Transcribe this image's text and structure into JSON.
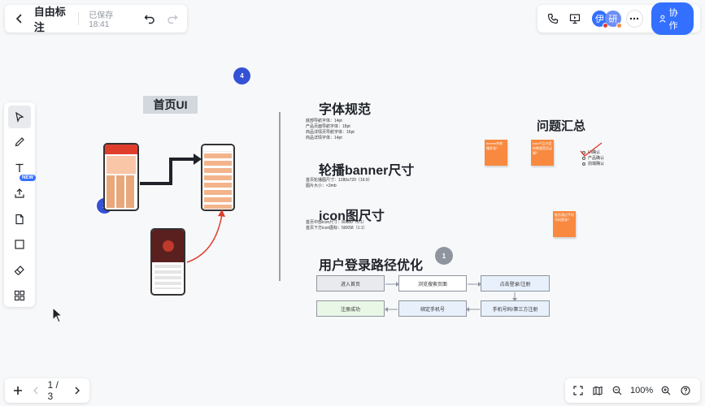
{
  "header": {
    "title": "自由标注",
    "saved": "已保存18:41",
    "avatar1": "伊",
    "avatar2": "研",
    "collab_label": "协作"
  },
  "canvas": {
    "homepage_label": "首页UI",
    "font_spec_title": "字体规范",
    "font_spec_lines": [
      "底部导航字体：14pt",
      "产品页面导航字体：18pt",
      "商品详情页导航字体：16pt",
      "商品详情字体：14pt"
    ],
    "banner_title": "轮播banner尺寸",
    "banner_lines": [
      "首页轮播图尺寸：1280x720（16:9）",
      "图片大小：<3mb"
    ],
    "icon_title": "icon图尺寸",
    "icon_lines": [
      "首页中部icon尺寸：80x80（1:1）",
      "首页下方icon图标：58X58（1:1）"
    ],
    "login_title": "用户登录路径优化",
    "issues_title": "问题汇总",
    "sticky1": "banner的轮播多张？",
    "sticky2": "icon产品分类的数量是否足够？",
    "sticky3": "能否通过手机号码登录？",
    "checklist": [
      "UI确认",
      "产品确认",
      "前端确认"
    ],
    "flow": [
      "进入首页",
      "浏览搜索页面",
      "点击登录/注册",
      "注册成功",
      "绑定手机号",
      "手机号码/第三方注册"
    ],
    "badges": [
      "4",
      "2",
      "1"
    ]
  },
  "footer": {
    "page": "1 / 3",
    "zoom": "100%"
  },
  "colors": {
    "accent": "#3370ff",
    "sticky": "#f8893f",
    "arrow_red": "#e03e2d"
  }
}
